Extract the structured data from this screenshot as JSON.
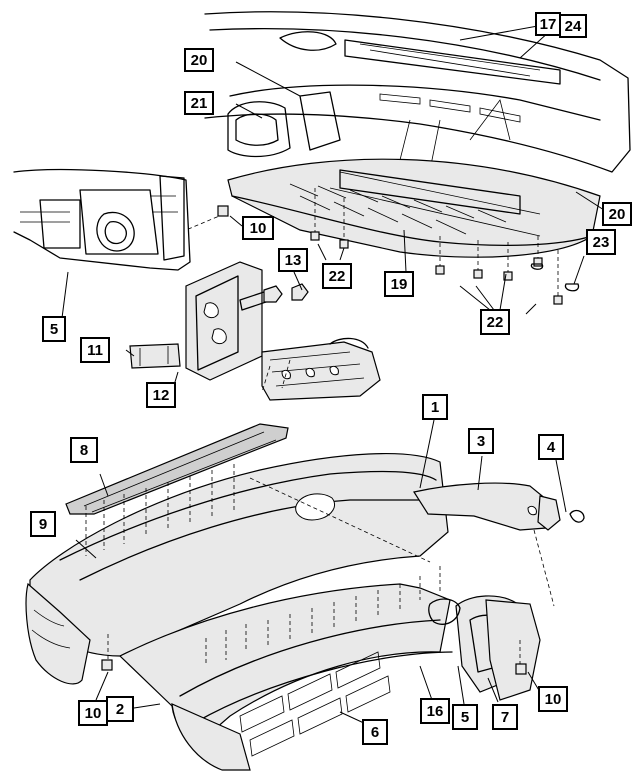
{
  "callouts": [
    {
      "id": "c17",
      "label": "17"
    },
    {
      "id": "c24",
      "label": "24"
    },
    {
      "id": "c20a",
      "label": "20"
    },
    {
      "id": "c21",
      "label": "21"
    },
    {
      "id": "c20b",
      "label": "20"
    },
    {
      "id": "c10a",
      "label": "10"
    },
    {
      "id": "c13",
      "label": "13"
    },
    {
      "id": "c22a",
      "label": "22"
    },
    {
      "id": "c19",
      "label": "19"
    },
    {
      "id": "c23",
      "label": "23"
    },
    {
      "id": "c5a",
      "label": "5"
    },
    {
      "id": "c22b",
      "label": "22"
    },
    {
      "id": "c11",
      "label": "11"
    },
    {
      "id": "c12",
      "label": "12"
    },
    {
      "id": "c1",
      "label": "1"
    },
    {
      "id": "c3",
      "label": "3"
    },
    {
      "id": "c4",
      "label": "4"
    },
    {
      "id": "c8",
      "label": "8"
    },
    {
      "id": "c9",
      "label": "9"
    },
    {
      "id": "c10b",
      "label": "10"
    },
    {
      "id": "c2",
      "label": "2"
    },
    {
      "id": "c16",
      "label": "16"
    },
    {
      "id": "c5b",
      "label": "5"
    },
    {
      "id": "c7",
      "label": "7"
    },
    {
      "id": "c10c",
      "label": "10"
    },
    {
      "id": "c6",
      "label": "6"
    }
  ]
}
